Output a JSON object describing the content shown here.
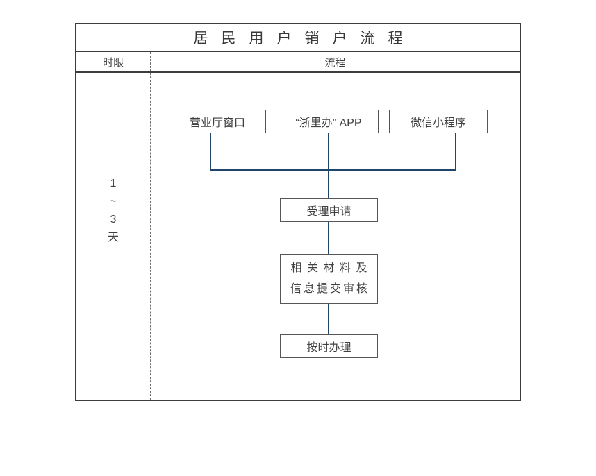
{
  "title": "居民用户销户流程",
  "header": {
    "time_limit": "时限",
    "process": "流程"
  },
  "time_limit": {
    "lines": [
      "1",
      "~",
      "3",
      "天"
    ]
  },
  "flow": {
    "channels": [
      "营业厅窗口",
      "“浙里办” APP",
      "微信小程序"
    ],
    "steps": {
      "accept": "受理申请",
      "review_line1": "相关材料及",
      "review_line2": "信息提交审核",
      "handle": "按时办理"
    }
  },
  "colors": {
    "connector": "#1f4568",
    "table_border": "#3c3c3c",
    "box_border": "#565656",
    "text": "#404040"
  }
}
